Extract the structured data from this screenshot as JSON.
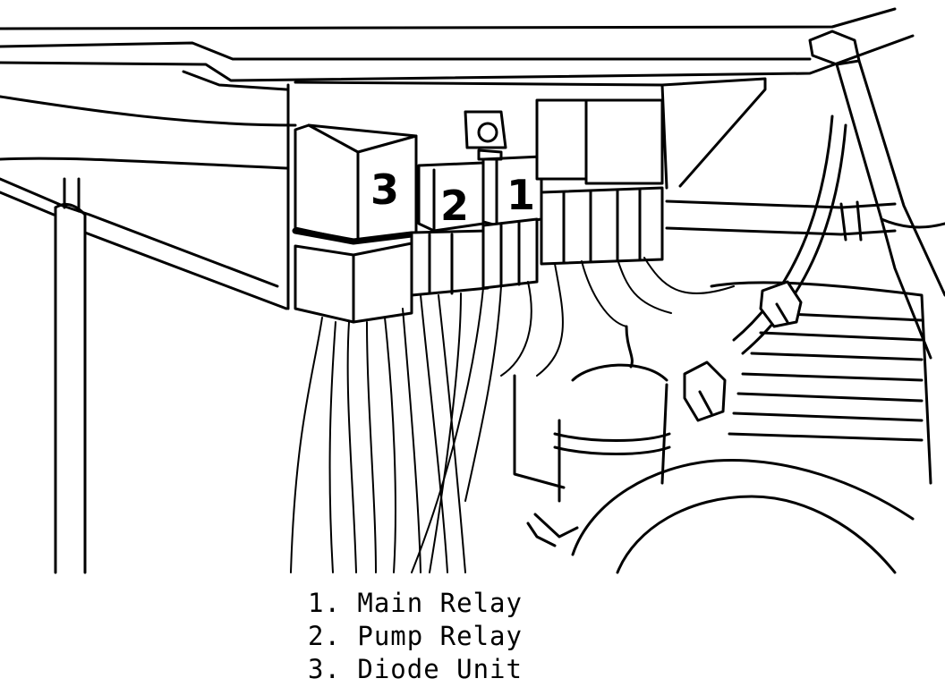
{
  "callouts": [
    {
      "number": "3"
    },
    {
      "number": "2"
    },
    {
      "number": "1"
    }
  ],
  "legend": [
    {
      "text": "1. Main Relay"
    },
    {
      "text": "2. Pump Relay"
    },
    {
      "text": "3. Diode Unit"
    }
  ]
}
